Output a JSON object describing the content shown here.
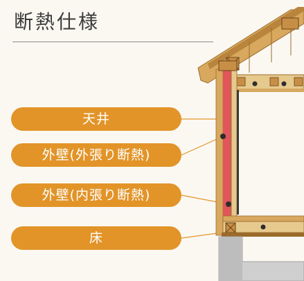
{
  "title": "断熱仕様",
  "labels": {
    "ceiling": "天井",
    "outer_wall_external": "外壁(外張り断熱)",
    "outer_wall_internal": "外壁(内張り断熱)",
    "floor": "床"
  },
  "colors": {
    "pill": "#e29428",
    "insulation": "#e0565a",
    "wood": "#d8a85f",
    "wood_dark": "#9b6a2b",
    "foundation": "#c9c9c9"
  }
}
